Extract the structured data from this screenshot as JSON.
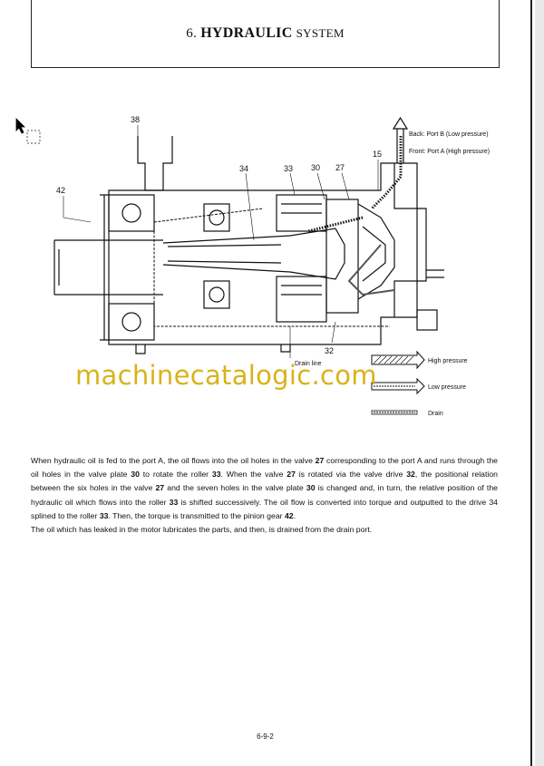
{
  "header": {
    "number": "6.",
    "title_main": "HYDRAULIC",
    "title_rest": "SYSTEM"
  },
  "diagram": {
    "parts": {
      "p38": "38",
      "p42": "42",
      "p34": "34",
      "p33": "33",
      "p30": "30",
      "p27": "27",
      "p15": "15",
      "p32": "32"
    },
    "ports": {
      "back": "Back: Port B (Low pressure)",
      "front": "Front: Port A (High pressure)"
    },
    "drain_line": "Drain line",
    "legend": {
      "high": "High pressure",
      "low": "Low pressure",
      "drain": "Drain"
    }
  },
  "watermark": "machinecatalogic.com",
  "body": {
    "s1": "When hydraulic oil is fed to the port A, the oil flows into the oil holes in the valve ",
    "b1": "27",
    "s2": " corresponding to the port A and runs through the oil holes in the valve plate ",
    "b2": "30",
    "s3": " to rotate the roller ",
    "b3": "33",
    "s4": ". When the valve ",
    "b4": "27",
    "s5": " is rotated via the valve drive ",
    "b5": "32",
    "s6": ", the positional relation between the six holes in the valve ",
    "b6": "27",
    "s7": " and the seven holes in the valve plate ",
    "b7": "30",
    "s8": " is changed and, in turn, the relative position of the hydraulic oil which flows into the roller ",
    "b8": "33",
    "s9": " is shifted successively. The oil flow is converted into torque and outputted to the drive 34 splined to the roller ",
    "b9": "33",
    "s10": ". Then, the torque is transmitted to the pinion gear ",
    "b10": "42",
    "s11": ".",
    "para2": "The oil which has leaked in the motor lubricates the parts, and then, is drained from the drain port."
  },
  "page_number": "6-9-2"
}
